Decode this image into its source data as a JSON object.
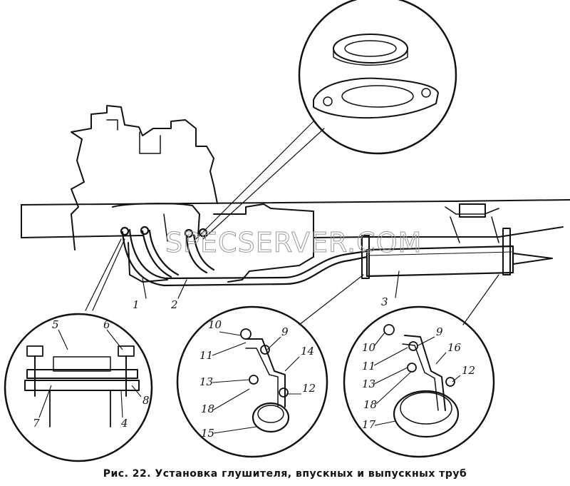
{
  "caption": "Рис. 22. Установка глушителя, впускных и выпускных труб",
  "watermark": "SPECSERVER.COM",
  "labels": {
    "l1": "1",
    "l2": "2",
    "l3": "3",
    "l4": "4",
    "l5": "5",
    "l6": "6",
    "l7": "7",
    "l8": "8",
    "c1_9": "9",
    "c1_10": "10",
    "c1_11": "11",
    "c1_12": "12",
    "c1_13": "13",
    "c1_14": "14",
    "c1_15": "15",
    "c1_18": "18",
    "c2_9": "9",
    "c2_10": "10",
    "c2_11": "11",
    "c2_12": "12",
    "c2_13": "13",
    "c2_16": "16",
    "c2_17": "17",
    "c2_18": "18"
  }
}
